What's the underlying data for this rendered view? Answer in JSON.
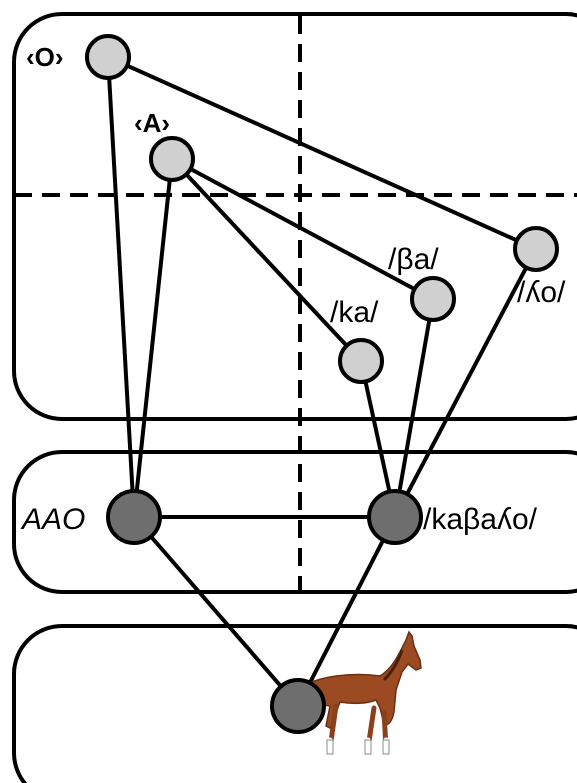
{
  "labels": {
    "letter_o": "‹O›",
    "letter_a": "‹A›",
    "syllable_ba": "/βa/",
    "syllable_ka": "/ka/",
    "syllable_lo": "/ʎo/",
    "spelling_word": "AAO",
    "spoken_word": "/kaβaʎo/"
  },
  "colors": {
    "node_light": "#d0d0d0",
    "node_dark": "#6e6e6e",
    "stroke": "#000000"
  },
  "image": {
    "icon": "horse-icon"
  }
}
